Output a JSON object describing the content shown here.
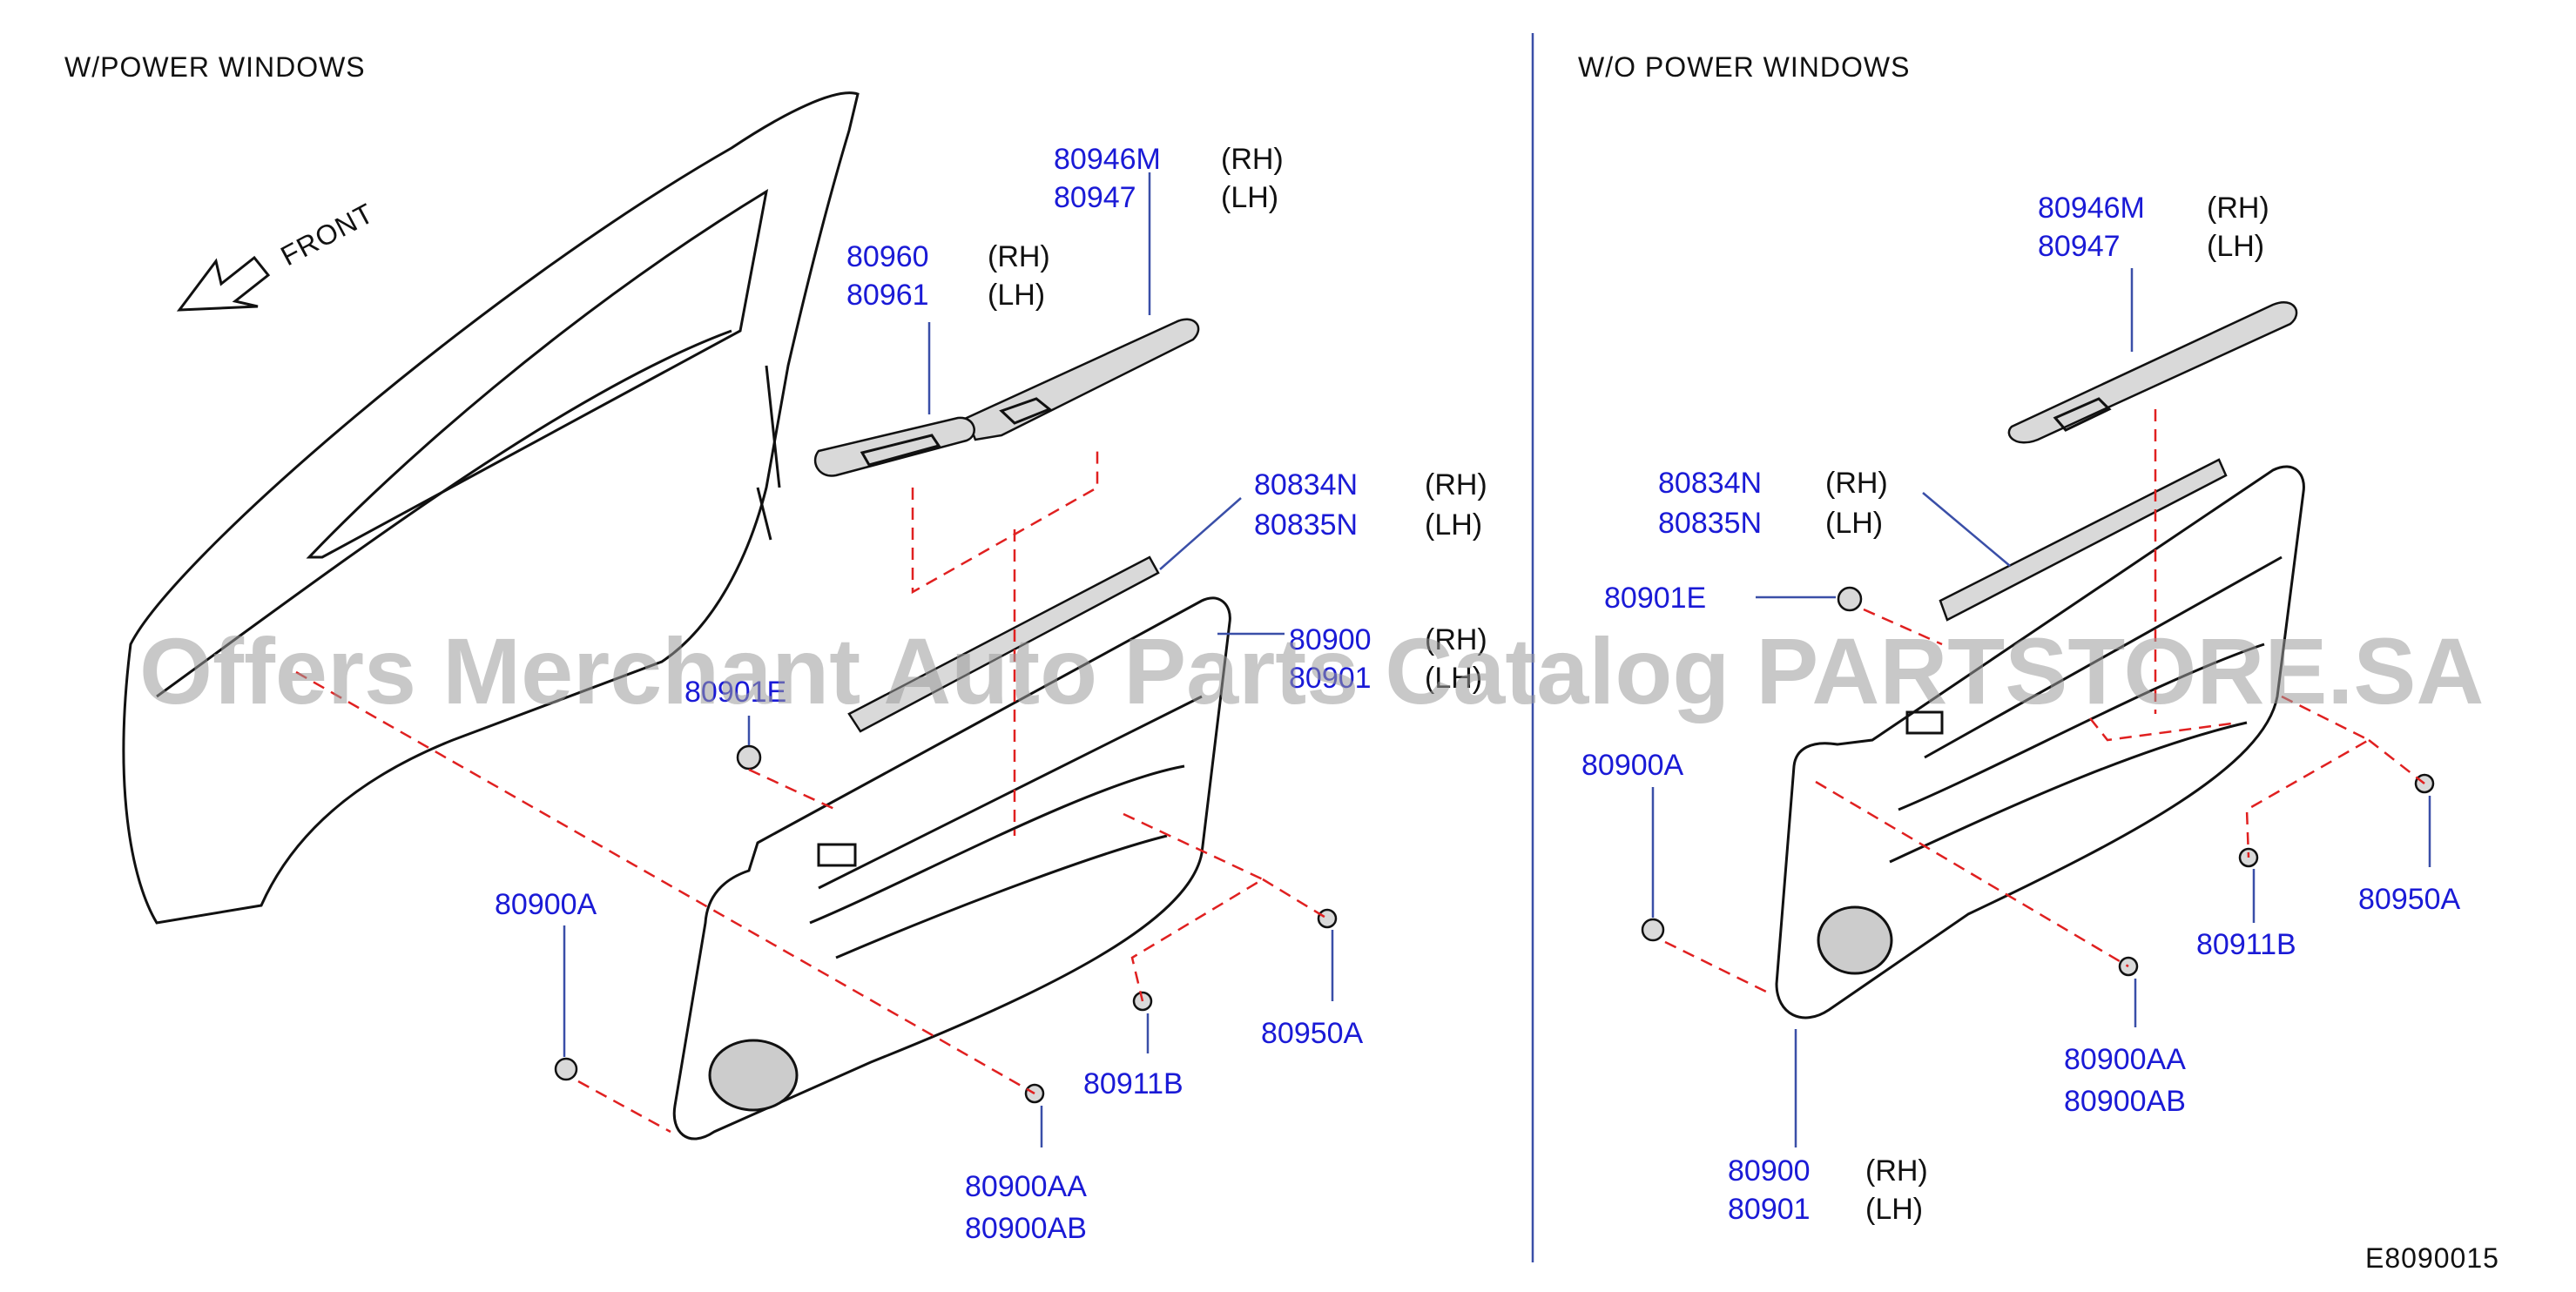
{
  "headings": {
    "left": "W/POWER   WINDOWS",
    "right": "W/O   POWER   WINDOWS",
    "front": "FRONT"
  },
  "watermark": "Offers Merchant Auto Parts Catalog PARTSTORE.SA",
  "diagram_code": "E8090015",
  "left_labels": {
    "armrest_pn1": "80946M",
    "armrest_s1": "(RH)",
    "armrest_pn2": "80947",
    "armrest_s2": "(LH)",
    "switch_pn1": "80960",
    "switch_s1": "(RH)",
    "switch_pn2": "80961",
    "switch_s2": "(LH)",
    "strip_pn1": "80834N",
    "strip_s1": "(RH)",
    "strip_pn2": "80835N",
    "strip_s2": "(LH)",
    "panel_pn1": "80900",
    "panel_s1": "(RH)",
    "panel_pn2": "80901",
    "panel_s2": "(LH)",
    "clipE_pn": "80901E",
    "clipA_pn": "80900A",
    "screwB_pn": "80911B",
    "screwA_pn": "80950A",
    "clipAA_pn": "80900AA",
    "clipAB_pn": "80900AB"
  },
  "right_labels": {
    "armrest_pn1": "80946M",
    "armrest_s1": "(RH)",
    "armrest_pn2": "80947",
    "armrest_s2": "(LH)",
    "strip_pn1": "80834N",
    "strip_s1": "(RH)",
    "strip_pn2": "80835N",
    "strip_s2": "(LH)",
    "clipE_pn": "80901E",
    "clipA_pn": "80900A",
    "screwA_pn": "80950A",
    "screwB_pn": "80911B",
    "clipAA_pn": "80900AA",
    "clipAB_pn": "80900AB",
    "panel_pn1": "80900",
    "panel_s1": "(RH)",
    "panel_pn2": "80901",
    "panel_s2": "(LH)"
  },
  "colors": {
    "part_number": "#1a1ad6",
    "leader": "#3a4fa8",
    "hidden_line": "#e02020",
    "outline": "#111111"
  }
}
